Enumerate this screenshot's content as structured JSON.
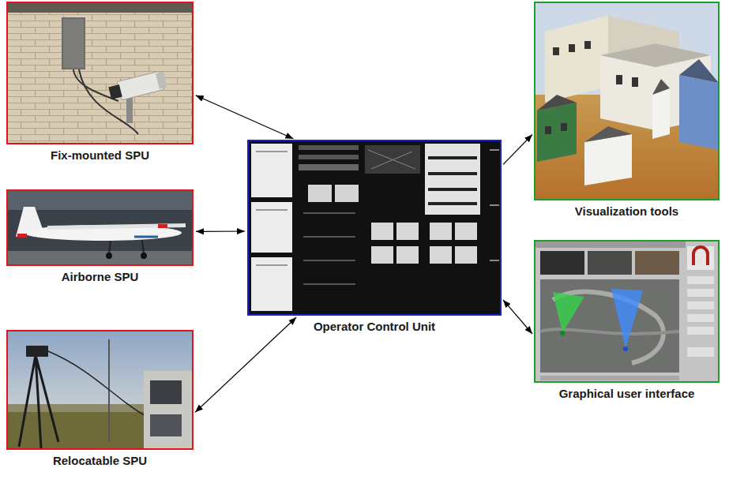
{
  "diagram": {
    "nodes": [
      {
        "text": [
          "Fix-mounted SPU"
        ]
      },
      {
        "text": [
          "Airborne SPU"
        ]
      },
      {
        "text": [
          "Relocatable SPU"
        ]
      },
      {
        "text": [
          "Operator Control Unit"
        ]
      },
      {
        "text": [
          "Visualization tools"
        ]
      },
      {
        "text": [
          "Graphical user interface"
        ]
      }
    ],
    "edges": [
      {
        "from": 0,
        "to": 3,
        "arrow": "both"
      },
      {
        "from": 1,
        "to": 3,
        "arrow": "both"
      },
      {
        "from": 2,
        "to": 3,
        "arrow": "both"
      },
      {
        "from": 3,
        "to": 4,
        "arrow": "to"
      },
      {
        "from": 3,
        "to": 5,
        "arrow": "both"
      }
    ]
  }
}
